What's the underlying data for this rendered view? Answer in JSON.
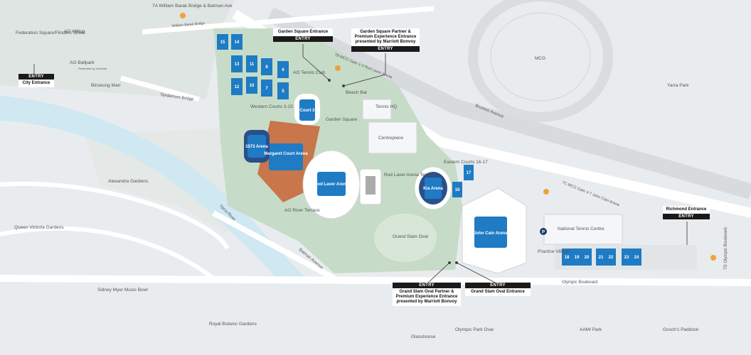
{
  "colors": {
    "grass": "#c7dcc8",
    "road": "#ffffff",
    "water": "#cfe8f2",
    "court": "#1e7bc4",
    "clay": "#c8764a",
    "ground": "#e9ecee"
  },
  "places": {
    "federation": "Federation Square/Flinders Street",
    "ao_hilltop": "AO Hilltop",
    "ao_ballpark": "AO Ballpark",
    "ballpark_sub": "Presented by Grubhub",
    "birrarung": "Birrarung Marr",
    "tanderrum": "Tanderrum Bridge",
    "william_barak_top": "7A William Barak Bridge & Batman Ave",
    "william_barak_road": "William Barak Bridge",
    "mcg": "MCG",
    "yarra_park": "Yarra Park",
    "ao_tennis_club": "AO Tennis Club",
    "beach_bar": "Beach Bar",
    "tennis_hq": "Tennis HQ",
    "western_courts": "Western Courts 3-15",
    "garden_square": "Garden Square",
    "centrepiece": "Centrepiece",
    "brunton": "Brunton Avenue",
    "mcg_gate_13": "7B MCG Gate 1-3 Rod Laver Arena",
    "alexandra": "Alexandra Gardens",
    "yarra_river": "Yarra River",
    "ao_river_terrace": "AO River Terrace",
    "rod_laver_terrace": "Rod Laver Arena Terrace",
    "eastern_courts": "Eastern Courts 16-17",
    "mcg_gate_47": "7C MCG Gate 4-7 John Cain Arena",
    "grand_slam_oval": "Grand Slam Oval",
    "national_tennis": "National Tennis Centre",
    "practice_village": "Practice Village",
    "queen_victoria": "Queen Victoria Gardens",
    "batman_ave": "Batman Avenue",
    "olympic_blvd": "Olympic Boulevard",
    "olympic_blvd_7d": "7D Olympic Boulevard",
    "sidney_myer": "Sidney Myer Music Bowl",
    "royal_botanic": "Royal Botanic Gardens",
    "glasshouse": "Glasshouse",
    "olympic_park_oval": "Olympic Park Oval",
    "aami_park": "AAMI Park",
    "goschs": "Gosch's Paddock",
    "parking_glyph": "P"
  },
  "arenas": {
    "margaret": "Margaret Court Arena",
    "a1573": "1573 Arena",
    "court3": "Court 3",
    "rod_laver": "Rod Laver Arena",
    "kia": "Kia Arena",
    "john_cain": "John Cain Arena"
  },
  "courts": [
    "15",
    "14",
    "13",
    "11",
    "8",
    "6",
    "12",
    "10",
    "7",
    "5",
    "17",
    "16",
    "18",
    "19",
    "20",
    "21",
    "22",
    "23",
    "24"
  ],
  "entries": {
    "label": "ENTRY",
    "city": "City Entrance",
    "garden_square": "Garden Square Entrance",
    "garden_partner": "Garden Square Partner & Premium Experience Entrance presented by Marriott Bonvoy",
    "grand_slam_partner": "Grand Slam Oval Partner & Premium Experience Entrance presented by Marriott Bonvoy",
    "grand_slam": "Grand Slam Oval Entrance",
    "richmond": "Richmond Entrance"
  }
}
